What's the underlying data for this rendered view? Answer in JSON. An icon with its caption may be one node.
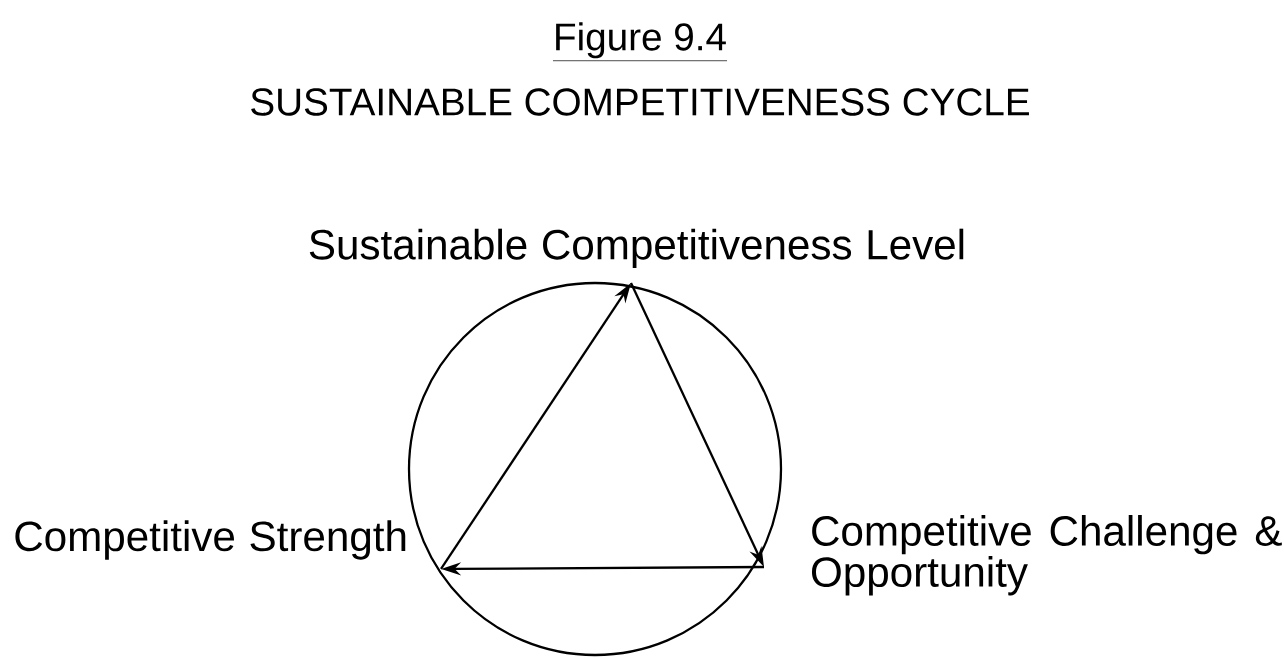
{
  "diagram": {
    "title": "SUSTAINABLE COMPETITIVENESS CYCLE",
    "nodes": [
      {
        "text": [
          "Competitive Strength"
        ]
      },
      {
        "text": [
          "Sustainable Competitiveness Level"
        ]
      },
      {
        "text": [
          "Competitive Challenge & Opportunity"
        ]
      }
    ],
    "edges": [
      {
        "from": 0,
        "to": 1,
        "arrow": "to"
      },
      {
        "from": 1,
        "to": 2,
        "arrow": "to"
      },
      {
        "from": 2,
        "to": 0,
        "arrow": "to"
      }
    ],
    "labels": [
      "Figure 9.4"
    ]
  }
}
